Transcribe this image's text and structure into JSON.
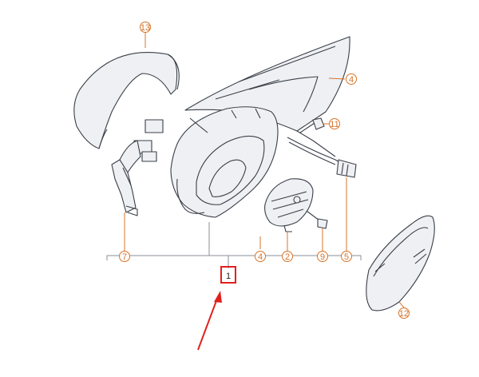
{
  "diagram": {
    "main_part_number": "1",
    "callouts": {
      "c13": "13",
      "c4_top": "4",
      "c11": "11",
      "c7": "7",
      "c4_bottom": "4",
      "c2": "2",
      "c9": "9",
      "c5": "5",
      "c12": "12"
    },
    "colors": {
      "callout": "#d8742a",
      "highlight_box": "#e0201e",
      "arrow": "#e0201e",
      "linework": "#3a3f48"
    },
    "icons": {
      "arrow": "arrow-up-right-icon"
    }
  }
}
